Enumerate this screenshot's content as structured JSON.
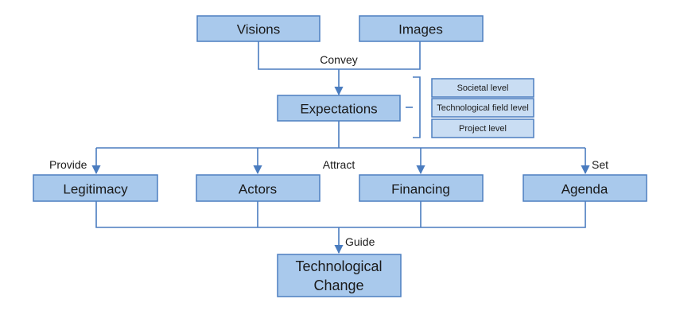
{
  "colors": {
    "box_fill": "#a9c9ec",
    "box_fill_light": "#c9ddf3",
    "box_stroke": "#4d7fc0",
    "line": "#4a7cbf"
  },
  "nodes": {
    "visions": "Visions",
    "images": "Images",
    "expectations": "Expectations",
    "legitimacy": "Legitimacy",
    "actors": "Actors",
    "financing": "Financing",
    "agenda": "Agenda",
    "tech_change_line1": "Technological",
    "tech_change_line2": "Change"
  },
  "levels": [
    "Societal level",
    "Technological field level",
    "Project level"
  ],
  "edge_labels": {
    "convey": "Convey",
    "provide": "Provide",
    "attract": "Attract",
    "set": "Set",
    "guide": "Guide"
  }
}
